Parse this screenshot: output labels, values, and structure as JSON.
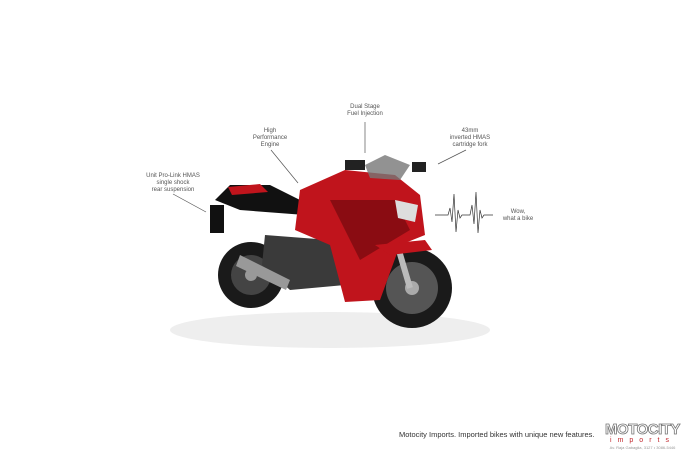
{
  "callouts": {
    "suspension": [
      "Unit Pro-Link HMAS",
      "single shock",
      "rear suspension"
    ],
    "engine": [
      "High",
      "Performance",
      "Engine"
    ],
    "fuel": [
      "Dual Stage",
      "Fuel Injection"
    ],
    "fork": [
      "43mm",
      "inverted HMAS",
      "cartridge fork"
    ],
    "wow": [
      "Wow,",
      "what a bike"
    ]
  },
  "tagline": "Motocity Imports. Imported bikes with unique new features.",
  "logo": {
    "main": "MOTOCITY",
    "sub": "imports",
    "address": "Av. Raja Gabaglia, 3127 • 3086-5446"
  },
  "colors": {
    "bike_red": "#c0141c",
    "logo_red": "#c0262c"
  }
}
